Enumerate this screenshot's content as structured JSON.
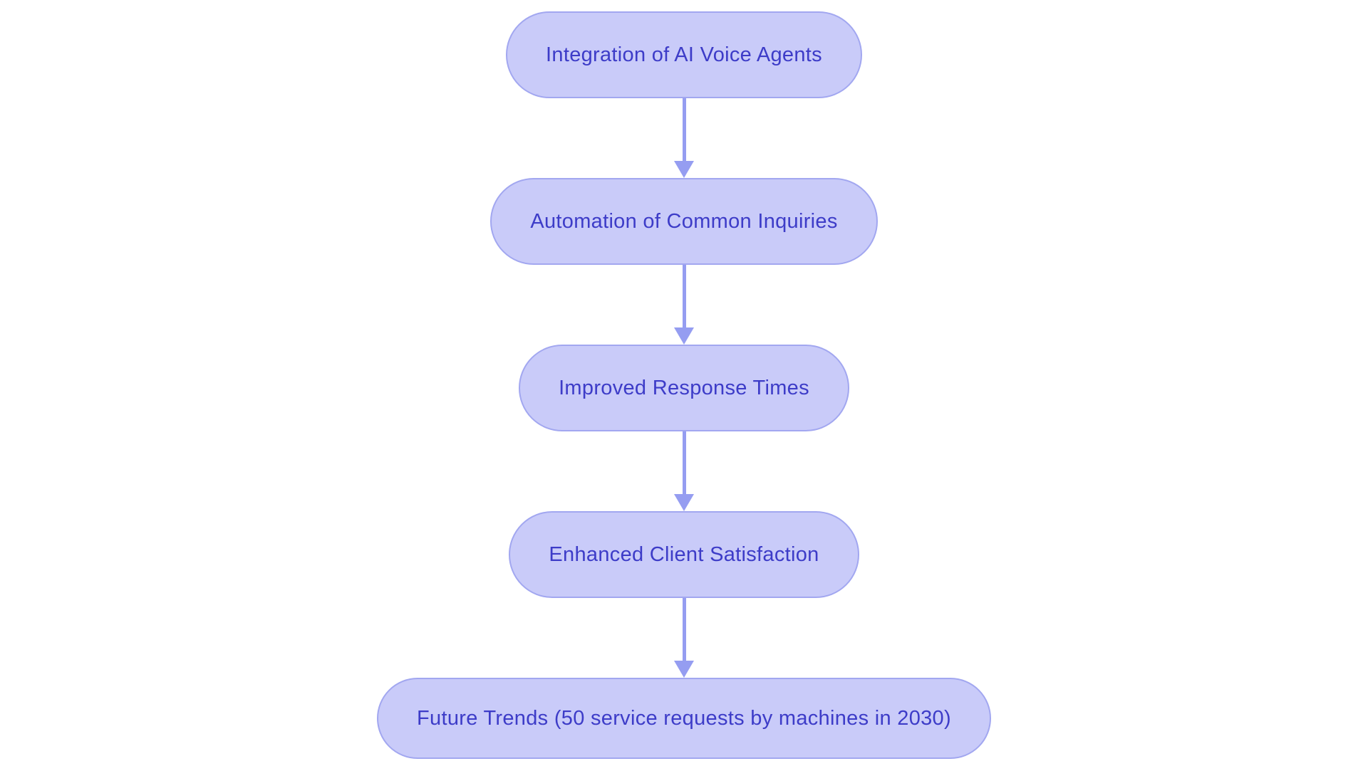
{
  "flowchart": {
    "type": "vertical-flowchart",
    "direction": "top-down",
    "colors": {
      "background": "#ffffff",
      "node_fill": "#c9cbf9",
      "node_border": "#a2a7f0",
      "node_text": "#3d3cc8",
      "arrow": "#959df1"
    },
    "nodes": [
      {
        "id": "node-1",
        "label": "Integration of AI Voice Agents"
      },
      {
        "id": "node-2",
        "label": "Automation of Common Inquiries"
      },
      {
        "id": "node-3",
        "label": "Improved Response Times"
      },
      {
        "id": "node-4",
        "label": "Enhanced Client Satisfaction"
      },
      {
        "id": "node-5",
        "label": "Future Trends (50 service requests by machines in 2030)"
      }
    ],
    "edges": [
      {
        "from": "node-1",
        "to": "node-2"
      },
      {
        "from": "node-2",
        "to": "node-3"
      },
      {
        "from": "node-3",
        "to": "node-4"
      },
      {
        "from": "node-4",
        "to": "node-5"
      }
    ]
  }
}
